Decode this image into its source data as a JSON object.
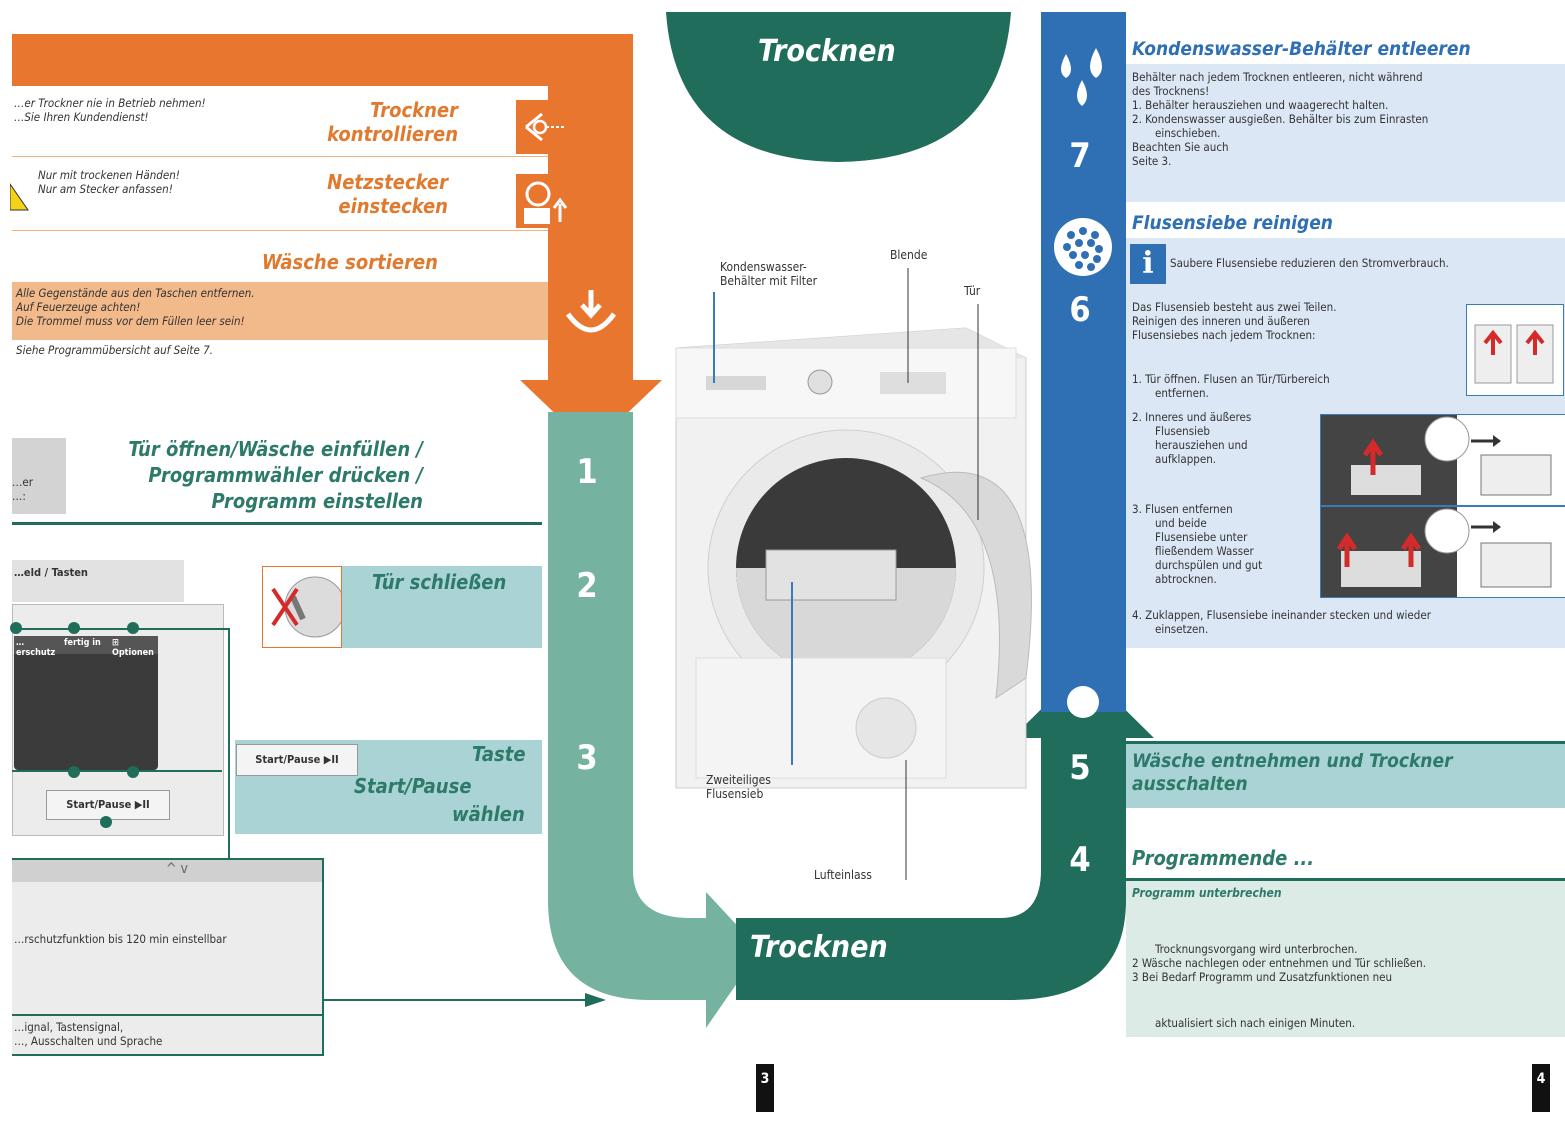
{
  "colors": {
    "orange": "#e8762f",
    "teal_light": "#75b3a0",
    "teal_dark": "#1f6d5a",
    "blue": "#2f6fb3",
    "light_blue_bg": "#dbe7f4",
    "light_teal_bg": "#a9d3d4",
    "peach_bg": "#f2b98a"
  },
  "orange_section": {
    "row1": {
      "note": "…er Trockner nie in Betrieb nehmen!\n…Sie Ihren Kundendienst!",
      "title": "Trockner\nkontrollieren",
      "icon": "eye-inspect-icon"
    },
    "row2": {
      "note": "Nur mit trockenen Händen!\nNur am Stecker anfassen!",
      "title": "Netzstecker\neinstecken",
      "icon": "plug-icon"
    },
    "row3": {
      "title": "Wäsche sortieren",
      "notes": "Alle Gegenstände aus den Taschen entfernen.\nAuf Feuerzeuge achten!\nDie Trommel muss vor dem Füllen leer sein!",
      "ref": "Siehe Programmübersicht auf Seite 7."
    }
  },
  "teal_section": {
    "step1_title": "Tür öffnen/Wäsche einfüllen /\nProgrammwähler drücken /\nProgramm einstellen",
    "gray_box_text": "…er\n…:",
    "step2_title": "Tür schließen",
    "step3_title_a": "Taste",
    "step3_title_b": "Start/Pause",
    "step3_title_c": "wählen",
    "start_pause_label": "Start/Pause ▶II",
    "display_header": "…eld / Tasten",
    "display_tabs": [
      "…erschutz",
      "fertig in",
      "⊞ Optionen"
    ],
    "display_button": "Start/Pause ▶II",
    "scroll_arrows": "^ v",
    "option_text": "…rschutzfunktion bis 120 min einstellbar",
    "signal_text": "…ignal, Tastensignal,\n…, Ausschalten und Sprache"
  },
  "center": {
    "top_title": "Trocknen",
    "bottom_title": "Trocknen",
    "labels": {
      "condensate": "Kondenswasser-\nBehälter mit Filter",
      "panel": "Blende",
      "door": "Tür",
      "filter": "Zweiteiliges\nFlusensieb",
      "air": "Lufteinlass"
    }
  },
  "steps": {
    "s1": "1",
    "s2": "2",
    "s3": "3",
    "s4": "4",
    "s5": "5",
    "s6": "6",
    "s7": "7"
  },
  "right": {
    "condensate_title": "Kondenswasser-Behälter entleeren",
    "condensate_text": "Behälter nach jedem Trocknen entleeren, nicht während\ndes Trocknens!\n1. Behälter herausziehen und waagerecht halten.\n2. Kondenswasser ausgießen. Behälter bis zum Einrasten\n       einschieben.\nBeachten Sie auch\nSeite 3.",
    "filter_title": "Flusensiebe reinigen",
    "info_text": "Saubere Flusensiebe reduzieren den Stromverbrauch.",
    "filter_intro": "Das Flusensieb besteht aus zwei Teilen.\nReinigen des inneren und äußeren\nFlusensiebes nach jedem Trocknen:",
    "filter_step1": "1. Tür öffnen. Flusen an Tür/Türbereich\n       entfernen.",
    "filter_step2": "2. Inneres und äußeres\n       Flusensieb\n       herausziehen und\n       aufklappen.",
    "filter_step3": "3. Flusen entfernen\n       und beide\n       Flusensiebe unter\n       fließendem Wasser\n       durchspülen und gut\n       abtrocknen.",
    "filter_step4": "4. Zuklappen, Flusensiebe ineinander stecken und wieder\n       einsetzen.",
    "remove_title": "Wäsche entnehmen und Trockner\nausschalten",
    "end_title": "Programmende ...",
    "interrupt_title": "Programm unterbrechen",
    "interrupt_text": "       Trocknungsvorgang wird unterbrochen.\n2 Wäsche nachlegen oder entnehmen und Tür schließen.\n3 Bei Bedarf Programm und Zusatzfunktionen neu",
    "update_text": "       aktualisiert sich nach einigen Minuten."
  },
  "pages": {
    "left": "3",
    "right": "4"
  }
}
